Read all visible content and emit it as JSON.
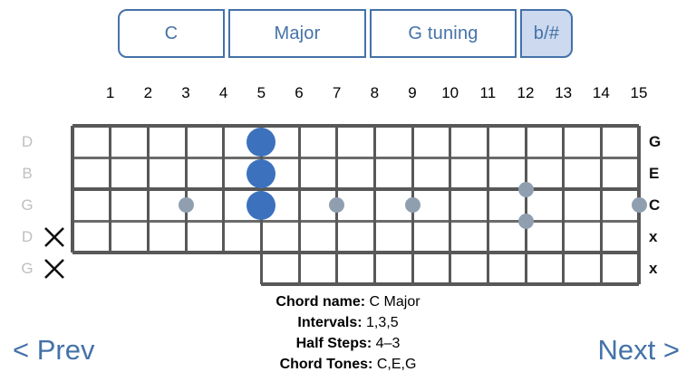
{
  "selectors": [
    {
      "id": "root",
      "label": "C",
      "selected": false
    },
    {
      "id": "quality",
      "label": "Major",
      "selected": false
    },
    {
      "id": "tuning",
      "label": "G tuning",
      "selected": false
    },
    {
      "id": "accidental",
      "label": "b/#",
      "selected": true
    }
  ],
  "fretboard": {
    "fret_numbers": [
      "1",
      "2",
      "3",
      "4",
      "5",
      "6",
      "7",
      "8",
      "9",
      "10",
      "11",
      "12",
      "13",
      "14",
      "15"
    ],
    "strings_left": [
      "D",
      "B",
      "G",
      "D",
      "G"
    ],
    "strings_right": [
      "G",
      "E",
      "C",
      "x",
      "x"
    ],
    "muted_strings": [
      4,
      5
    ],
    "mute_marker": "x-mark-icon",
    "blue_dots": [
      {
        "string": 1,
        "fret": 5
      },
      {
        "string": 2,
        "fret": 5
      },
      {
        "string": 3,
        "fret": 5
      }
    ],
    "gray_dots": [
      {
        "string": 3,
        "fret": 3
      },
      {
        "string": 3,
        "fret": 7
      },
      {
        "string": 3,
        "fret": 9
      },
      {
        "string": 3,
        "fret": 15
      },
      {
        "string": 2.5,
        "fret": 12
      },
      {
        "string": 3.5,
        "fret": 12
      }
    ]
  },
  "info": {
    "chord_name_label": "Chord name:",
    "chord_name_value": "C Major",
    "intervals_label": "Intervals:",
    "intervals_value": "1,3,5",
    "half_steps_label": "Half Steps:",
    "half_steps_value": "4–3",
    "chord_tones_label": "Chord Tones:",
    "chord_tones_value": "C,E,G"
  },
  "nav": {
    "prev_label": "< Prev",
    "next_label": "Next >"
  },
  "colors": {
    "accent_blue": "#4472a8",
    "dot_blue": "#3c72bd",
    "dot_gray": "#8f9fb0",
    "selected_fill": "#ccd9ee",
    "fret_line": "#585858"
  }
}
